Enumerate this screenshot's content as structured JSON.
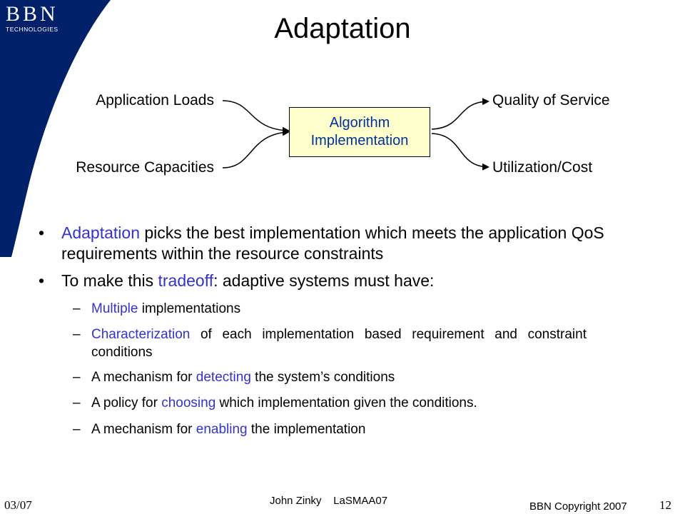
{
  "logo": {
    "main": "BBN",
    "sub": "TECHNOLOGIES"
  },
  "title": "Adaptation",
  "diagram": {
    "inputs": [
      "Application Loads",
      "Resource Capacities"
    ],
    "box_line1": "Algorithm",
    "box_line2": "Implementation",
    "outputs": [
      "Quality of Service",
      "Utilization/Cost"
    ]
  },
  "bullets": [
    {
      "marker": "•",
      "hl": "Adaptation",
      "rest": " picks the best implementation which meets the application QoS requirements within the resource constraints"
    },
    {
      "marker": "•",
      "pre": "To make this ",
      "hl": "tradeoff",
      "rest": ": adaptive systems must have:"
    }
  ],
  "sub_bullets": [
    {
      "marker": "–",
      "pre": "",
      "hl": "Multiple",
      "rest": " implementations"
    },
    {
      "marker": "–",
      "pre": "",
      "hl": "Characterization",
      "rest": " of each implementation based requirement and constraint conditions"
    },
    {
      "marker": "–",
      "pre": "A mechanism for ",
      "hl": "detecting",
      "rest": " the system’s conditions"
    },
    {
      "marker": "–",
      "pre": "A policy for ",
      "hl": "choosing",
      "rest": " which implementation given the conditions."
    },
    {
      "marker": "–",
      "pre": "A mechanism for ",
      "hl": "enabling",
      "rest": " the implementation"
    }
  ],
  "footer": {
    "date": "03/07",
    "author": "John Zinky    LaSMAA07",
    "copyright": "BBN Copyright 2007",
    "page": "12"
  },
  "colors": {
    "corner": "#00206a",
    "highlight": "#3333cc",
    "box_fill": "#ffffcc",
    "box_text": "#003399"
  }
}
